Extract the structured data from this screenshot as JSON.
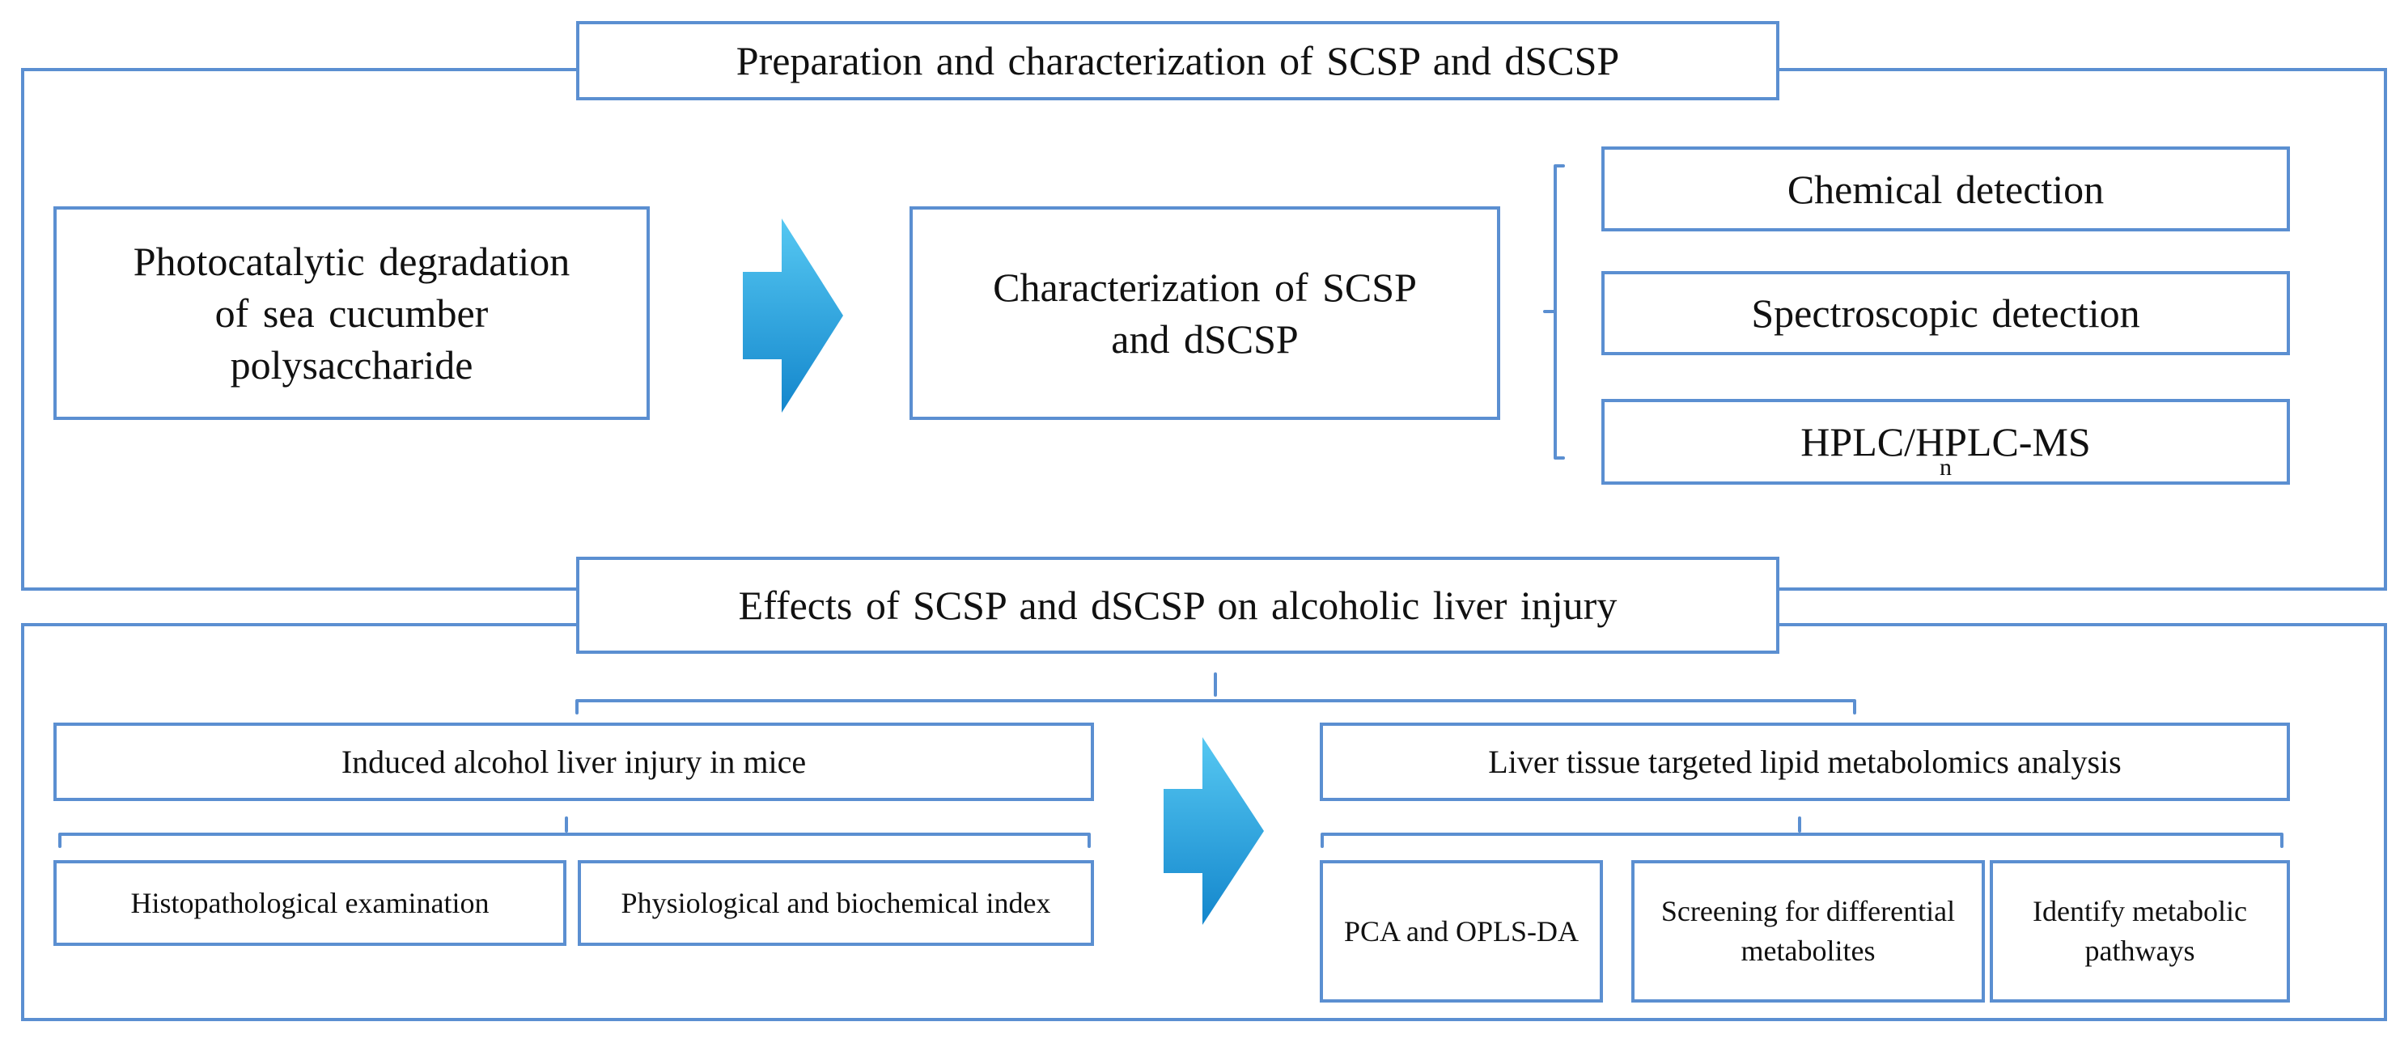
{
  "colors": {
    "border": "#5b8fd1",
    "arrow_top": "#56c8f2",
    "arrow_bottom": "#1386cc"
  },
  "section_top": {
    "title": "Preparation and characterization of SCSP and dSCSP",
    "left_box": {
      "lines": [
        "Photocatalytic  degradation",
        "of sea cucumber",
        "polysaccharide"
      ]
    },
    "center_box": {
      "lines": [
        "Characterization  of SCSP",
        "and dSCSP"
      ]
    },
    "detections": [
      "Chemical  detection",
      "Spectroscopic  detection"
    ],
    "hplc": {
      "main": "HPLC/HPLC-MS",
      "superscript": "n"
    }
  },
  "section_bottom": {
    "title": "Effects of SCSP and dSCSP on alcoholic  liver injury",
    "left_header": "Induced alcohol liver injury in mice",
    "left_items": [
      "Histopathological examination",
      "Physiological and biochemical index"
    ],
    "right_header": "Liver tissue targeted lipid metabolomics analysis",
    "right_items": [
      "PCA and OPLS-DA",
      "Screening for differential metabolites",
      "Identify metabolic pathways"
    ]
  },
  "icons": {
    "arrow": "right-arrow-icon",
    "brace": "bracket-connector-icon"
  }
}
